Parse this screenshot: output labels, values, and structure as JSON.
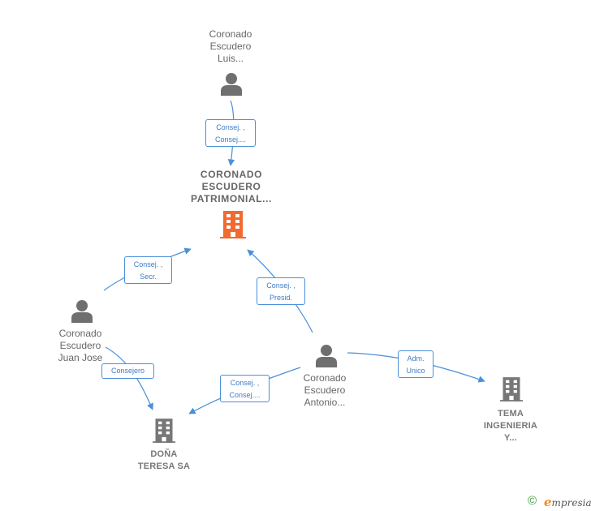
{
  "colors": {
    "edge": "#4a90d9",
    "person_icon": "#6f6f6f",
    "company_icon": "#777777",
    "main_company_icon": "#f26a30",
    "brand_accent": "#f08c1e",
    "copyright": "#3d9b3d"
  },
  "nodes": {
    "luis": {
      "lines": [
        "Coronado",
        "Escudero",
        "Luis..."
      ],
      "icon": "person-icon"
    },
    "main": {
      "lines": [
        "CORONADO",
        "ESCUDERO",
        "PATRIMONIAL..."
      ],
      "icon": "building-icon"
    },
    "juan_jose": {
      "lines": [
        "Coronado",
        "Escudero",
        "Juan Jose"
      ],
      "icon": "person-icon"
    },
    "antonio": {
      "lines": [
        "Coronado",
        "Escudero",
        "Antonio..."
      ],
      "icon": "person-icon"
    },
    "dona_teresa": {
      "lines": [
        "DOÑA",
        "TERESA SA"
      ],
      "icon": "building-icon"
    },
    "tema": {
      "lines": [
        "TEMA",
        "INGENIERIA",
        "Y..."
      ],
      "icon": "building-icon"
    }
  },
  "edges": {
    "luis_main": [
      "Consej. ,",
      "Consej...."
    ],
    "juan_main": [
      "Consej. ,",
      "Secr."
    ],
    "antonio_main": [
      "Consej. ,",
      "Presid."
    ],
    "juan_dona": [
      "Consejero"
    ],
    "antonio_dona": [
      "Consej. ,",
      "Consej...."
    ],
    "antonio_tema": [
      "Adm.",
      "Unico"
    ]
  },
  "footer": {
    "copyright": "©",
    "brand_initial": "e",
    "brand_rest": "mpresia"
  }
}
